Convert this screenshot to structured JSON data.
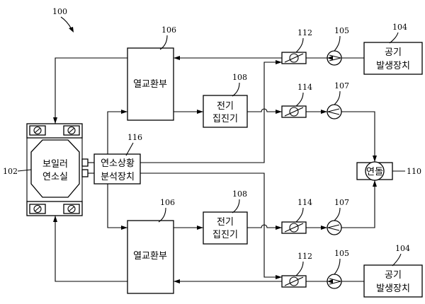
{
  "labels": {
    "system_ref": "100",
    "boiler_ref": "102",
    "boiler_line1": "보일러",
    "boiler_line2": "연소실",
    "heat_exchanger_ref": "106",
    "heat_exchanger": "열교환부",
    "precipitator_ref": "108",
    "precipitator_line1": "전기",
    "precipitator_line2": "집진기",
    "analyzer_ref": "116",
    "analyzer_line1": "연소상황",
    "analyzer_line2": "분석장치",
    "air_generator_ref": "104",
    "air_generator_line1": "공기",
    "air_generator_line2": "발생장치",
    "damper_air_ref": "112",
    "damper_exhaust_ref": "114",
    "fan_air_ref": "105",
    "fan_exhaust_ref": "107",
    "stack_ref": "110",
    "stack": "연돌"
  }
}
